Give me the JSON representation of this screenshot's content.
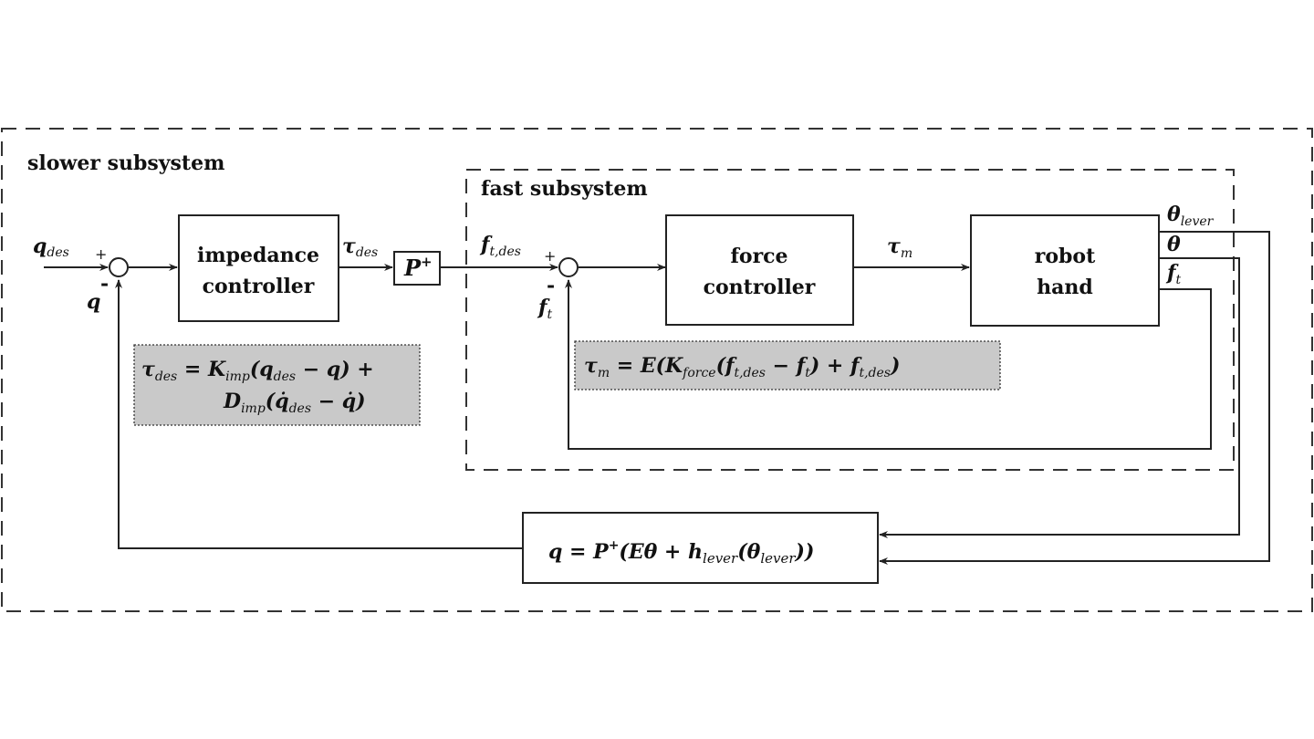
{
  "regions": {
    "slower": "slower subsystem",
    "fast": "fast subsystem"
  },
  "blocks": {
    "impedance": [
      "impedance",
      "controller"
    ],
    "force": [
      "force",
      "controller"
    ],
    "robot": [
      "robot",
      "hand"
    ],
    "pseudo_inverse": "P",
    "pseudo_inverse_sup": "+"
  },
  "signals": {
    "q_des": "q",
    "q_des_sub": "des",
    "q": "q",
    "tau_des": "τ",
    "tau_des_sub": "des",
    "f_t_des": "f",
    "f_t_des_sub": "t,des",
    "f_t": "f",
    "f_t_sub": "t",
    "tau_m": "τ",
    "tau_m_sub": "m",
    "theta_lever": "θ",
    "theta_lever_sub": "lever",
    "theta": "θ",
    "plus": "+",
    "minus": "-"
  },
  "equations": {
    "impedance_line1": "τ",
    "impedance_line1_sub": "des",
    "impedance_line1_rest": " = K",
    "impedance_line1_sub2": "imp",
    "impedance_line1_tail": "(q",
    "impedance_line1_sub3": "des",
    "impedance_line1_end": " − q) +",
    "impedance_line2": "D",
    "impedance_line2_sub": "imp",
    "impedance_line2_tail": "(q̇",
    "impedance_line2_sub2": "des",
    "impedance_line2_end": " − q̇)",
    "force_a": "τ",
    "force_a_sub": "m",
    "force_b": " = E(K",
    "force_b_sub": "force",
    "force_c": "(f",
    "force_c_sub": "t,des",
    "force_d": " − f",
    "force_d_sub": "t",
    "force_e": ") + f",
    "force_e_sub": "t,des",
    "force_f": ")",
    "kin_a": "q = P",
    "kin_a_sup": "+",
    "kin_b": "(Eθ + h",
    "kin_b_sub": "lever",
    "kin_c": "(θ",
    "kin_c_sub": "lever",
    "kin_d": "))"
  }
}
